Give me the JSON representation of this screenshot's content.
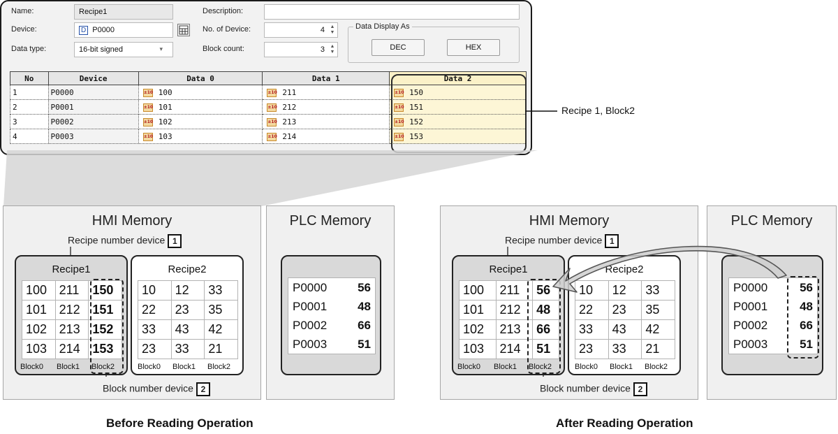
{
  "dialog": {
    "name_label": "Name:",
    "name_value": "Recipe1",
    "device_label": "Device:",
    "device_value": "P0000",
    "device_prefix": "D",
    "datatype_label": "Data type:",
    "datatype_value": "16-bit signed",
    "description_label": "Description:",
    "description_value": "",
    "no_of_device_label": "No. of Device:",
    "no_of_device_value": "4",
    "block_count_label": "Block count:",
    "block_count_value": "3",
    "display_group_label": "Data Display As",
    "dec_button": "DEC",
    "hex_button": "HEX",
    "table_headers": [
      "No",
      "Device",
      "Data 0",
      "Data 1",
      "Data 2"
    ],
    "icon_text": "±10",
    "rows": [
      {
        "no": "1",
        "device": "P0000",
        "d0": "100",
        "d1": "211",
        "d2": "150"
      },
      {
        "no": "2",
        "device": "P0001",
        "d0": "101",
        "d1": "212",
        "d2": "151"
      },
      {
        "no": "3",
        "device": "P0002",
        "d0": "102",
        "d1": "213",
        "d2": "152"
      },
      {
        "no": "4",
        "device": "P0003",
        "d0": "103",
        "d1": "214",
        "d2": "153"
      }
    ],
    "callout": "Recipe 1, Block2"
  },
  "before": {
    "hmi_title": "HMI Memory",
    "recipe_number_device": "Recipe number device",
    "recipe_number_badge": "1",
    "recipe1": {
      "title": "Recipe1",
      "rows": [
        [
          "100",
          "211",
          "150"
        ],
        [
          "101",
          "212",
          "151"
        ],
        [
          "102",
          "213",
          "152"
        ],
        [
          "103",
          "214",
          "153"
        ]
      ]
    },
    "recipe2": {
      "title": "Recipe2",
      "rows": [
        [
          "10",
          "12",
          "33"
        ],
        [
          "22",
          "23",
          "35"
        ],
        [
          "33",
          "43",
          "42"
        ],
        [
          "23",
          "33",
          "21"
        ]
      ]
    },
    "block_labels": [
      "Block0",
      "Block1",
      "Block2"
    ],
    "block_number_device": "Block number device",
    "block_number_badge": "2",
    "plc_title": "PLC Memory",
    "plc_rows": [
      [
        "P0000",
        "56"
      ],
      [
        "P0001",
        "48"
      ],
      [
        "P0002",
        "66"
      ],
      [
        "P0003",
        "51"
      ]
    ],
    "caption": "Before Reading Operation"
  },
  "after": {
    "hmi_title": "HMI Memory",
    "recipe_number_device": "Recipe number device",
    "recipe_number_badge": "1",
    "recipe1": {
      "title": "Recipe1",
      "rows": [
        [
          "100",
          "211",
          "56"
        ],
        [
          "101",
          "212",
          "48"
        ],
        [
          "102",
          "213",
          "66"
        ],
        [
          "103",
          "214",
          "51"
        ]
      ]
    },
    "recipe2": {
      "title": "Recipe2",
      "rows": [
        [
          "10",
          "12",
          "33"
        ],
        [
          "22",
          "23",
          "35"
        ],
        [
          "33",
          "43",
          "42"
        ],
        [
          "23",
          "33",
          "21"
        ]
      ]
    },
    "block_labels": [
      "Block0",
      "Block1",
      "Block2"
    ],
    "block_number_device": "Block number device",
    "block_number_badge": "2",
    "plc_title": "PLC Memory",
    "plc_rows": [
      [
        "P0000",
        "56"
      ],
      [
        "P0001",
        "48"
      ],
      [
        "P0002",
        "66"
      ],
      [
        "P0003",
        "51"
      ]
    ],
    "caption": "After Reading Operation"
  }
}
